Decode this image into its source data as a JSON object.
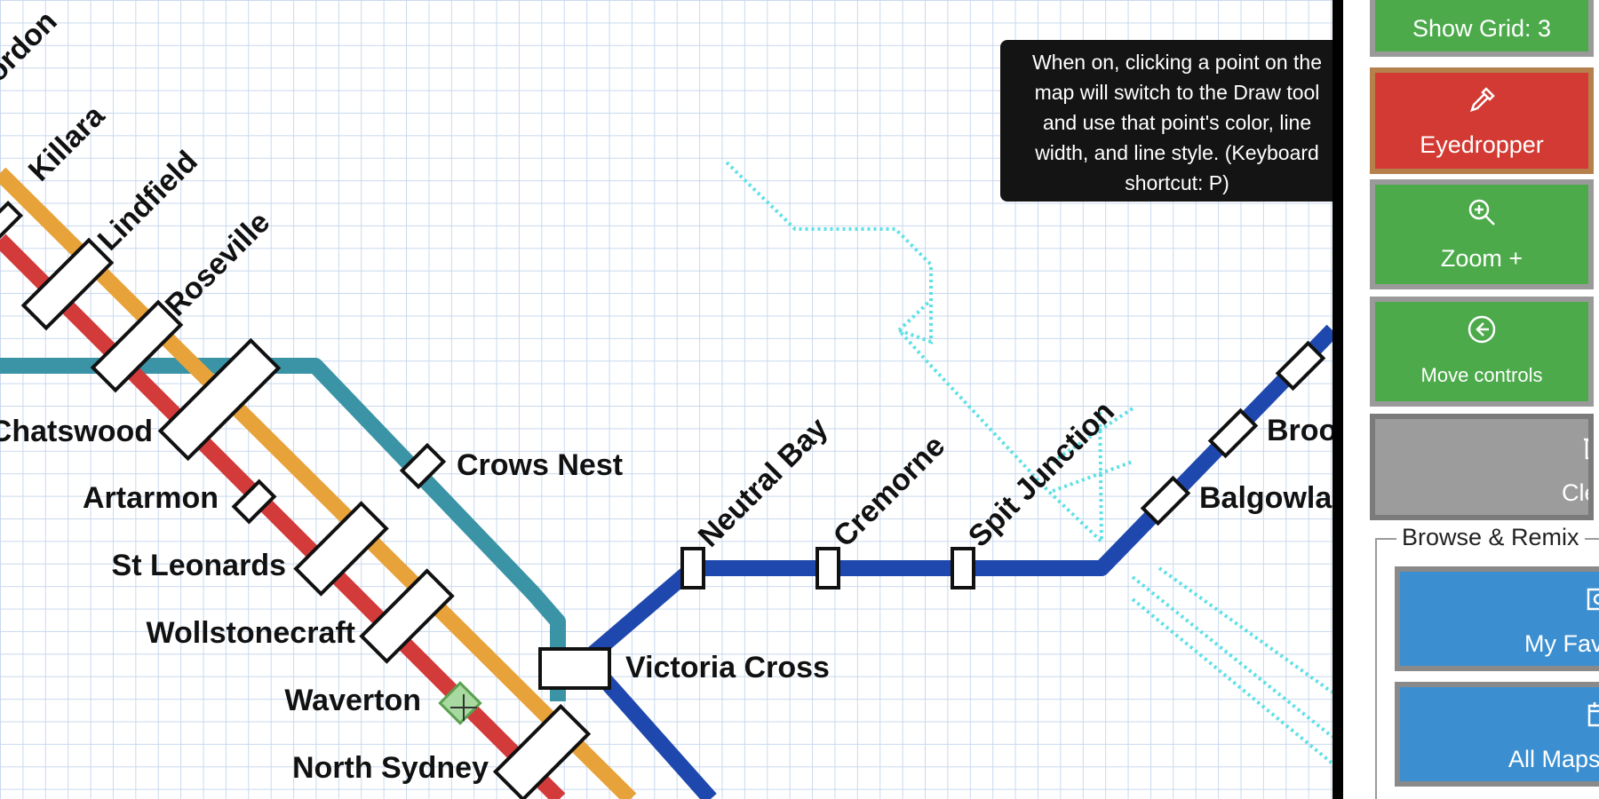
{
  "stations": {
    "gordon": "Gordon",
    "killara": "Killara",
    "lindfield": "Lindfield",
    "roseville": "Roseville",
    "chatswood": "Chatswood",
    "artarmon": "Artarmon",
    "st_leonards": "St Leonards",
    "wollstonecraft": "Wollstonecraft",
    "waverton": "Waverton",
    "north_sydney": "North Sydney",
    "crows_nest": "Crows Nest",
    "victoria_cross": "Victoria Cross",
    "neutral_bay": "Neutral Bay",
    "cremorne": "Cremorne",
    "spit_junction": "Spit Junction",
    "balgowlah": "Balgowlah",
    "brookvale": "Brookvale"
  },
  "lines": {
    "red": "#d33a3a",
    "orange": "#e8a23a",
    "teal": "#3a94a6",
    "blue": "#1f48ae",
    "dotted_cyan": "#5de0e6"
  },
  "tooltip": {
    "text": "When on, clicking a point on the map will switch to the Draw tool and use that point's color, line width, and line style. (Keyboard shortcut: P)"
  },
  "controls": {
    "show_grid": {
      "label": "Show Grid: 3"
    },
    "eyedropper": {
      "icon": "eyedropper-icon",
      "label": "Eyedropper"
    },
    "zoom": {
      "icon": "zoom-in-icon",
      "label": "Zoom +"
    },
    "move_controls": {
      "icon": "arrow-left-circle-icon",
      "label": "Move controls"
    },
    "clear": {
      "icon": "trash-icon",
      "label": "Clear"
    }
  },
  "browse": {
    "legend": "Browse & Remix",
    "my_favorites": {
      "icon": "favorites-icon",
      "label": "My Favorites"
    },
    "all_maps": {
      "icon": "calendar-icon",
      "label": "All Maps"
    }
  }
}
